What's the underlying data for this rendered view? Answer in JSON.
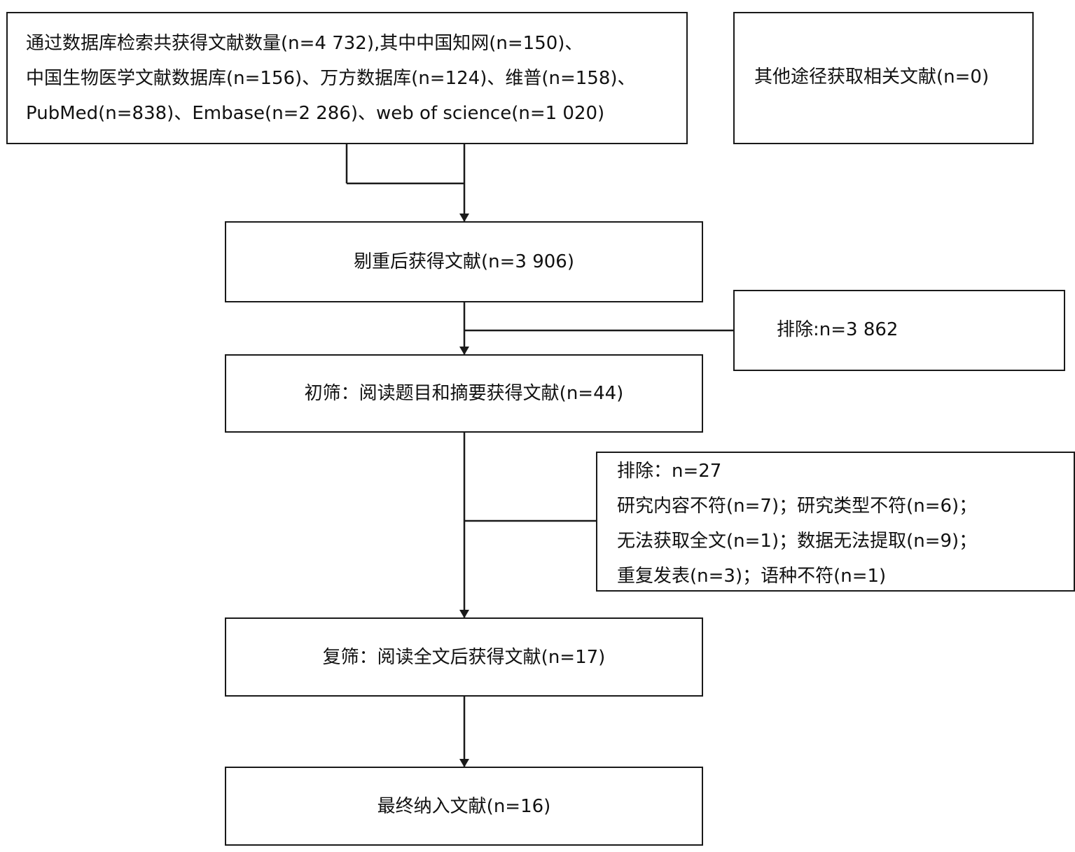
{
  "boxes": {
    "search": {
      "lines": [
        "通过数据库检索共获得文献数量(n=4 732),其中中国知网(n=150)、",
        "中国生物医学文献数据库(n=156)、万方数据库(n=124)、维普(n=158)、",
        "PubMed(n=838)、Embase(n=2 286)、web of science(n=1 020)"
      ]
    },
    "other": {
      "text": "其他途径获取相关文献(n=0)"
    },
    "dedup": {
      "text": "剔重后获得文献(n=3 906)"
    },
    "exclude1": {
      "text": "排除:n=3 862"
    },
    "screen1": {
      "text": "初筛：阅读题目和摘要获得文献(n=44)"
    },
    "exclude2": {
      "lines": [
        "排除：n=27",
        "研究内容不符(n=7)；研究类型不符(n=6)；",
        "无法获取全文(n=1)；数据无法提取(n=9)；",
        "重复发表(n=3)；语种不符(n=1)"
      ]
    },
    "screen2": {
      "text": "复筛：阅读全文后获得文献(n=17)"
    },
    "final": {
      "text": "最终纳入文献(n=16)"
    }
  }
}
